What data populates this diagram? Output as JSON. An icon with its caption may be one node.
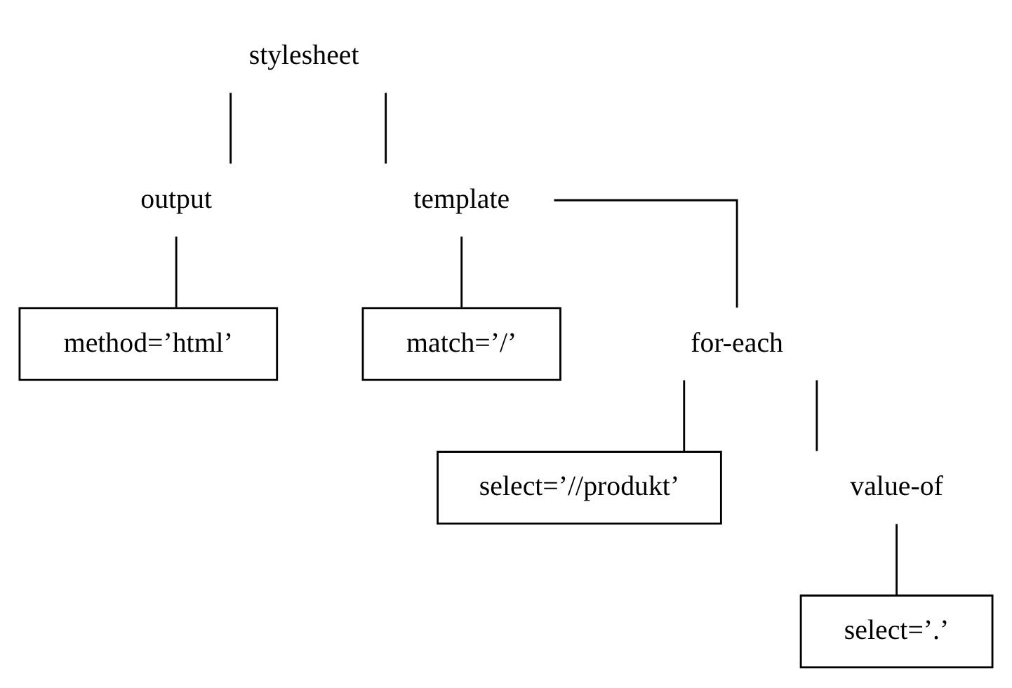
{
  "diagram": {
    "nodes": [
      {
        "text": [
          "stylesheet"
        ]
      },
      {
        "text": [
          "output"
        ]
      },
      {
        "text": [
          "template"
        ]
      },
      {
        "text": [
          "method=’html’"
        ]
      },
      {
        "text": [
          "match=’/’"
        ]
      },
      {
        "text": [
          "for-each"
        ]
      },
      {
        "text": [
          "select=’//produkt’"
        ]
      },
      {
        "text": [
          "value-of"
        ]
      },
      {
        "text": [
          "select=’.’"
        ]
      }
    ],
    "edges": [
      {
        "from": 0,
        "to": 1,
        "arrow": "none"
      },
      {
        "from": 0,
        "to": 2,
        "arrow": "none"
      },
      {
        "from": 1,
        "to": 3,
        "arrow": "none"
      },
      {
        "from": 2,
        "to": 4,
        "arrow": "none"
      },
      {
        "from": 2,
        "to": 5,
        "arrow": "none"
      },
      {
        "from": 5,
        "to": 6,
        "arrow": "none"
      },
      {
        "from": 5,
        "to": 7,
        "arrow": "none"
      },
      {
        "from": 7,
        "to": 8,
        "arrow": "none"
      }
    ]
  }
}
